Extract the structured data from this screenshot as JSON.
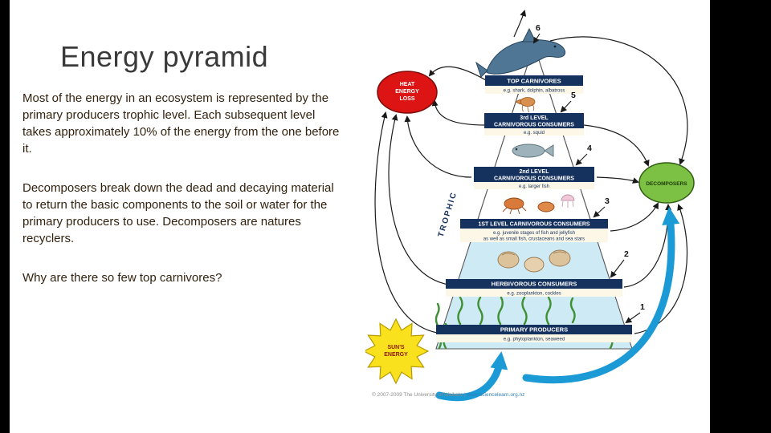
{
  "slide": {
    "title": "Energy pyramid",
    "paragraphs": [
      "Most of the energy in an ecosystem is represented by the primary producers trophic level.  Each subsequent level takes approximately 10% of the energy from the one before it.",
      "Decomposers break down the dead and decaying material to return the basic components to the soil or water for the primary producers to use. Decomposers are natures recyclers.",
      "Why are there so few top carnivores?"
    ]
  },
  "diagram": {
    "trophic_label": "TROPHIC",
    "heat": {
      "lines": [
        "HEAT",
        "ENERGY",
        "LOSS"
      ]
    },
    "sun": {
      "lines": [
        "SUN'S",
        "ENERGY"
      ]
    },
    "decomposers_label": "DECOMPOSERS",
    "levels": [
      {
        "number": "6",
        "title_lines": [
          "TOP CARNIVORES"
        ],
        "subtitle_lines": [
          "e.g. shark, dolphin, albatross"
        ]
      },
      {
        "number": "5",
        "title_lines": [
          "3rd LEVEL",
          "CARNIVOROUS CONSUMERS"
        ],
        "subtitle_lines": [
          "e.g. squid"
        ]
      },
      {
        "number": "4",
        "title_lines": [
          "2nd LEVEL",
          "CARNIVOROUS CONSUMERS"
        ],
        "subtitle_lines": [
          "e.g. larger fish"
        ]
      },
      {
        "number": "3",
        "title_lines": [
          "1ST LEVEL CARNIVOROUS CONSUMERS"
        ],
        "subtitle_lines": [
          "e.g. juvenile stages of fish and jellyfish",
          "as well as small fish, crustaceans and sea stars"
        ]
      },
      {
        "number": "2",
        "title_lines": [
          "HERBIVOROUS CONSUMERS"
        ],
        "subtitle_lines": [
          "e.g. zooplankton, cockles"
        ]
      },
      {
        "number": "1",
        "title_lines": [
          "PRIMARY PRODUCERS"
        ],
        "subtitle_lines": [
          "e.g. phytoplankton, seaweed"
        ]
      }
    ],
    "copyright": {
      "prefix": "© 2007-2009 The University of Waikato | ",
      "url": "www.sciencelearn.org.nz"
    },
    "colors": {
      "heat_red": "#dd1414",
      "sun_yellow": "#f9e11e",
      "decomposer_green": "#7cc143",
      "arrow_blue": "#1b9ad6",
      "band_navy": "#15325f",
      "band_cream": "#fdf7e8",
      "water_blue": "#cdeaf5"
    }
  }
}
